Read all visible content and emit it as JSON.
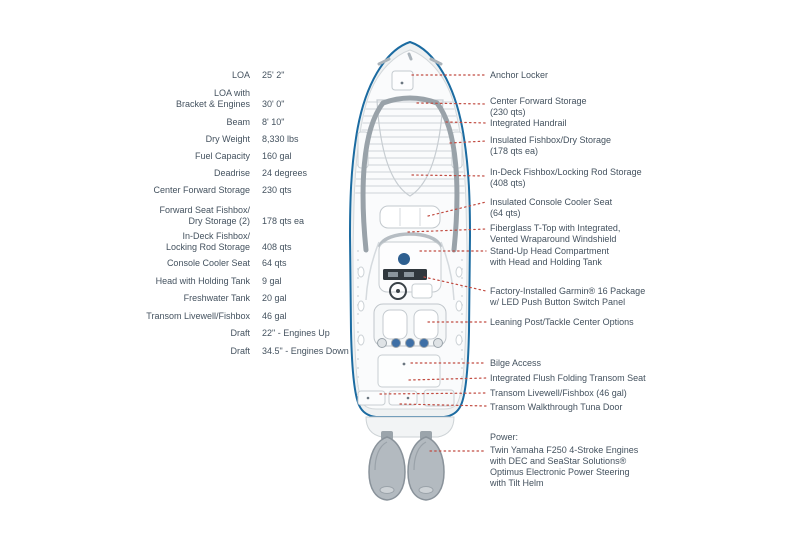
{
  "page_title": "Boat Layout and Specifications Diagram",
  "colors": {
    "text": "#44525f",
    "leader_line": "#c14b41",
    "hull_outline": "#1b6ba1",
    "interior_gray": "#c8ced3"
  },
  "specs": {
    "rows": [
      {
        "label": "LOA",
        "value": "25' 2\""
      },
      {
        "label": "LOA with\nBracket & Engines",
        "value": "30' 0\""
      },
      {
        "label": "Beam",
        "value": "8' 10\""
      },
      {
        "label": "Dry Weight",
        "value": "8,330 lbs"
      },
      {
        "label": "Fuel Capacity",
        "value": "160 gal"
      },
      {
        "label": "Deadrise",
        "value": "24 degrees"
      },
      {
        "label": "Center Forward Storage",
        "value": "230 qts"
      },
      {
        "label": "Forward Seat Fishbox/\nDry Storage (2)",
        "value": "178 qts ea"
      },
      {
        "label": "In-Deck Fishbox/\nLocking Rod Storage",
        "value": "408 qts"
      },
      {
        "label": "Console Cooler Seat",
        "value": "64 qts"
      },
      {
        "label": "Head with Holding Tank",
        "value": "9 gal"
      },
      {
        "label": "Freshwater Tank",
        "value": "20 gal"
      },
      {
        "label": "Transom Livewell/Fishbox",
        "value": "46 gal"
      },
      {
        "label": "Draft",
        "value": "22\" - Engines Up"
      },
      {
        "label": "Draft",
        "value": "34.5\" - Engines Down"
      }
    ]
  },
  "callouts": {
    "items": [
      {
        "label": "Anchor Locker"
      },
      {
        "label": "Center Forward Storage\n(230 qts)"
      },
      {
        "label": "Integrated Handrail"
      },
      {
        "label": "Insulated Fishbox/Dry Storage\n(178 qts ea)"
      },
      {
        "label": "In-Deck Fishbox/Locking Rod Storage\n(408 qts)"
      },
      {
        "label": "Insulated Console Cooler Seat\n(64 qts)"
      },
      {
        "label": "Fiberglass T-Top with Integrated,\nVented Wraparound Windshield"
      },
      {
        "label": "Stand-Up Head Compartment\nwith Head and Holding Tank"
      },
      {
        "label": "Factory-Installed Garmin® 16 Package\nw/ LED Push Button Switch Panel"
      },
      {
        "label": "Leaning Post/Tackle Center Options"
      },
      {
        "label": "Bilge Access"
      },
      {
        "label": "Integrated Flush Folding Transom Seat"
      },
      {
        "label": "Transom Livewell/Fishbox (46 gal)"
      },
      {
        "label": "Transom Walkthrough Tuna Door"
      }
    ],
    "power_heading": "Power:",
    "power_body": "Twin Yamaha F250 4-Stroke Engines\nwith DEC and SeaStar Solutions®\nOptimus Electronic Power Steering\nwith Tilt Helm"
  }
}
